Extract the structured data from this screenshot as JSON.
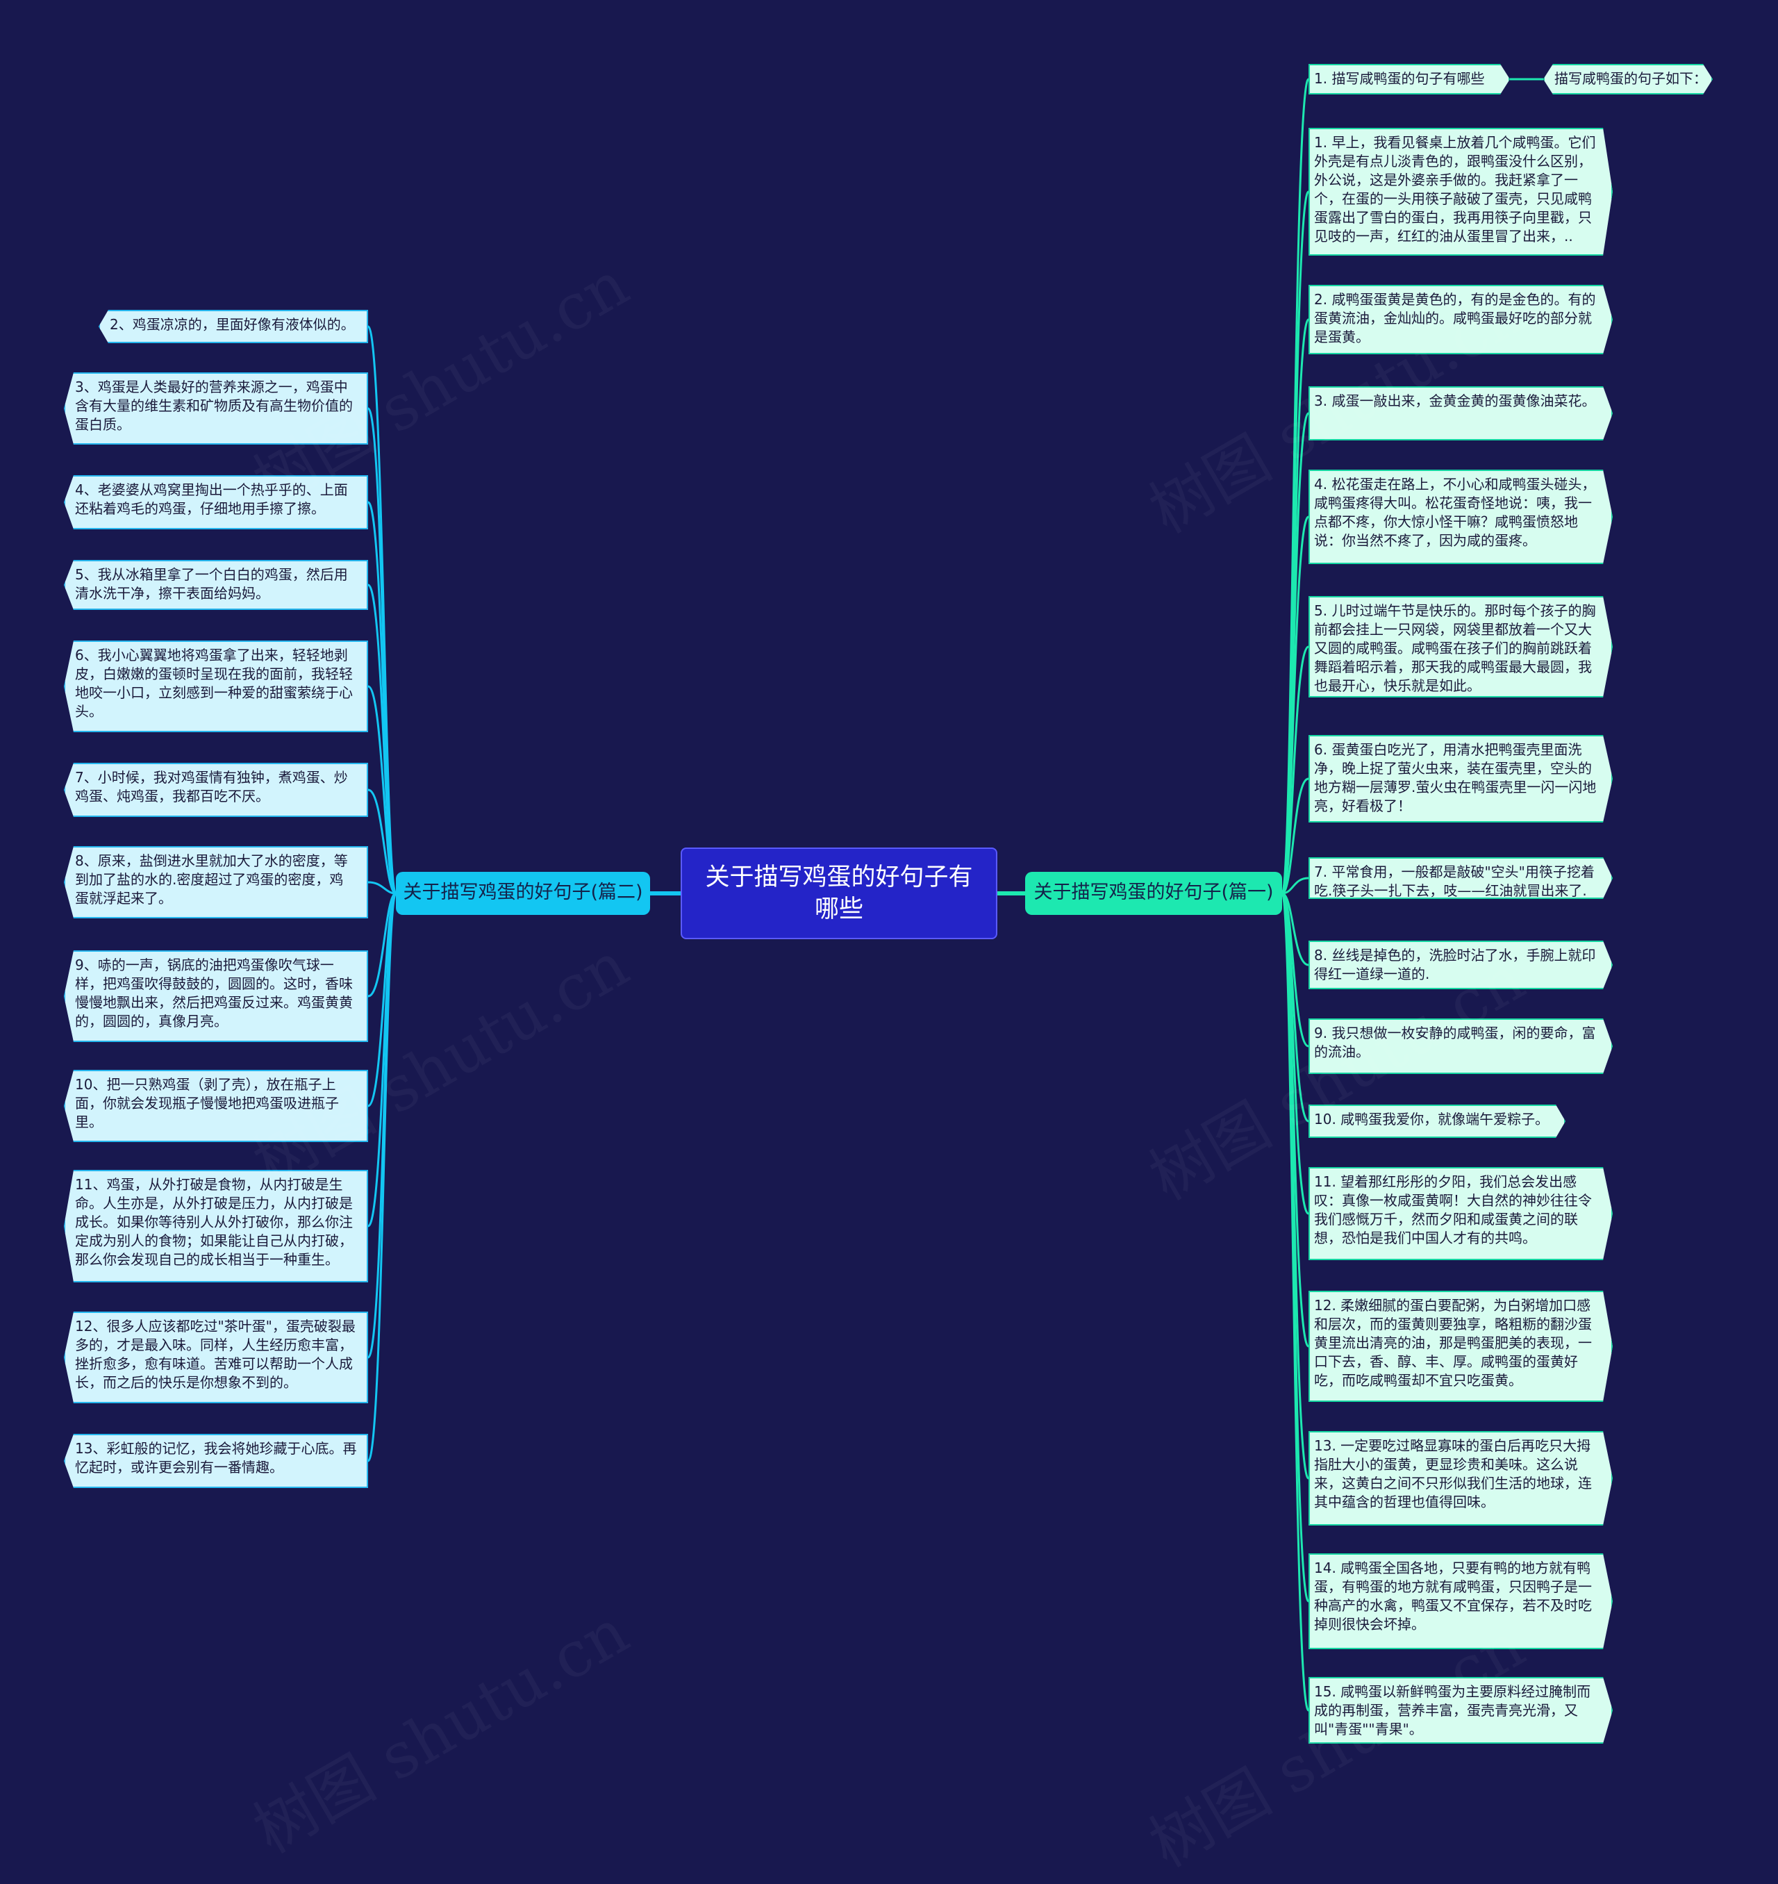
{
  "root": {
    "title": "关于描写鸡蛋的好句子有哪些"
  },
  "colors": {
    "background": "#18184f",
    "root": "#2424c8",
    "right_branch": "#1de8b0",
    "left_branch": "#13c6f2",
    "right_leaf": "#d7fdf0",
    "left_leaf": "#d2f4fd"
  },
  "right": {
    "label": "关于描写鸡蛋的好句子(篇一)",
    "q_label": "1.    描写咸鸭蛋的句子有哪些",
    "q_answer": "描写咸鸭蛋的句子如下：",
    "items": [
      "1. 早上，我看见餐桌上放着几个咸鸭蛋。它们外壳是有点儿淡青色的，跟鸭蛋没什么区别，外公说，这是外婆亲手做的。我赶紧拿了一个，在蛋的一头用筷子敲破了蛋壳，只见咸鸭蛋露出了雪白的蛋白，我再用筷子向里戳，只见吱的一声，红红的油从蛋里冒了出来，..",
      "2. 咸鸭蛋蛋黄是黄色的，有的是金色的。有的蛋黄流油，金灿灿的。咸鸭蛋最好吃的部分就是蛋黄。",
      "3. 咸蛋一敲出来，金黄金黄的蛋黄像油菜花。",
      "4. 松花蛋走在路上，不小心和咸鸭蛋头碰头，咸鸭蛋疼得大叫。松花蛋奇怪地说：咦，我一点都不疼，你大惊小怪干嘛？咸鸭蛋愤怒地说：你当然不疼了，因为咸的蛋疼。",
      "5. 儿时过端午节是快乐的。那时每个孩子的胸前都会挂上一只网袋，网袋里都放着一个又大又圆的咸鸭蛋。咸鸭蛋在孩子们的胸前跳跃着舞蹈着昭示着，那天我的咸鸭蛋最大最圆，我也最开心，快乐就是如此。",
      "6. 蛋黄蛋白吃光了，用清水把鸭蛋壳里面洗净，晚上捉了萤火虫来，装在蛋壳里，空头的地方糊一层薄罗.萤火虫在鸭蛋壳里一闪一闪地亮，好看极了！",
      "7. 平常食用，一般都是敲破\"空头\"用筷子挖着吃.筷子头一扎下去，吱——红油就冒出来了.",
      "8. 丝线是掉色的，洗脸时沾了水，手腕上就印得红一道绿一道的.",
      "9. 我只想做一枚安静的咸鸭蛋，闲的要命，富的流油。",
      "10. 咸鸭蛋我爱你，就像端午爱粽子。",
      "11. 望着那红彤彤的夕阳，我们总会发出感叹：真像一枚咸蛋黄啊！大自然的神妙往往令我们感慨万千，然而夕阳和咸蛋黄之间的联想，恐怕是我们中国人才有的共鸣。",
      "12. 柔嫩细腻的蛋白要配粥，为白粥增加口感和层次，而的蛋黄则要独享，略粗粝的翻沙蛋黄里流出清亮的油，那是鸭蛋肥美的表现，一口下去，香、醇、丰、厚。咸鸭蛋的蛋黄好吃，而吃咸鸭蛋却不宜只吃蛋黄。",
      "13. 一定要吃过略显寡味的蛋白后再吃只大拇指肚大小的蛋黄，更显珍贵和美味。这么说来，这黄白之间不只形似我们生活的地球，连其中蕴含的哲理也值得回味。",
      "14. 咸鸭蛋全国各地，只要有鸭的地方就有鸭蛋，有鸭蛋的地方就有咸鸭蛋，只因鸭子是一种高产的水禽，鸭蛋又不宜保存，若不及时吃掉则很快会坏掉。",
      "15. 咸鸭蛋以新鲜鸭蛋为主要原料经过腌制而成的再制蛋，营养丰富，蛋壳青亮光滑，又叫\"青蛋\"\"青果\"。"
    ]
  },
  "left": {
    "label": "关于描写鸡蛋的好句子(篇二)",
    "items": [
      "2、鸡蛋凉凉的，里面好像有液体似的。",
      "3、鸡蛋是人类最好的营养来源之一，鸡蛋中含有大量的维生素和矿物质及有高生物价值的蛋白质。",
      "4、老婆婆从鸡窝里掏出一个热乎乎的、上面还粘着鸡毛的鸡蛋，仔细地用手擦了擦。",
      "5、我从冰箱里拿了一个白白的鸡蛋，然后用清水洗干净，擦干表面给妈妈。",
      "6、我小心翼翼地将鸡蛋拿了出来，轻轻地剥皮，白嫩嫩的蛋顿时呈现在我的面前，我轻轻地咬一小口，立刻感到一种爱的甜蜜萦绕于心头。",
      "7、小时候，我对鸡蛋情有独钟，煮鸡蛋、炒鸡蛋、炖鸡蛋，我都百吃不厌。",
      "8、原来，盐倒进水里就加大了水的密度，等到加了盐的水的.密度超过了鸡蛋的密度，鸡蛋就浮起来了。",
      "9、哧的一声，锅底的油把鸡蛋像吹气球一样，把鸡蛋吹得鼓鼓的，圆圆的。这时，香味慢慢地飘出来，然后把鸡蛋反过来。鸡蛋黄黄的，圆圆的，真像月亮。",
      "10、把一只熟鸡蛋（剥了壳），放在瓶子上面，你就会发现瓶子慢慢地把鸡蛋吸进瓶子里。",
      "11、鸡蛋，从外打破是食物，从内打破是生命。人生亦是，从外打破是压力，从内打破是成长。如果你等待别人从外打破你，那么你注定成为别人的食物；如果能让自己从内打破，那么你会发现自己的成长相当于一种重生。",
      "12、很多人应该都吃过\"茶叶蛋\"，蛋壳破裂最多的，才是最入味。同样，人生经历愈丰富，挫折愈多，愈有味道。苦难可以帮助一个人成长，而之后的快乐是你想象不到的。",
      "13、彩虹般的记忆，我会将她珍藏于心底。再忆起时，或许更会别有一番情趣。"
    ]
  },
  "watermark": "树图 shutu.cn"
}
